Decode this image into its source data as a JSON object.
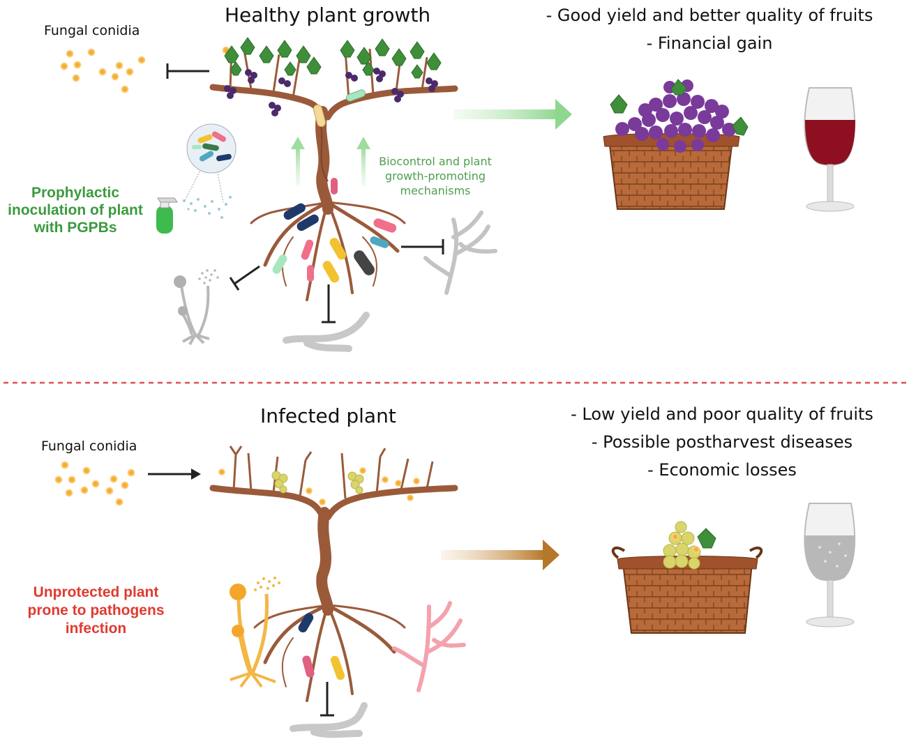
{
  "healthy": {
    "title": "Healthy plant growth",
    "conidia_label": "Fungal conidia",
    "inoculation_label": [
      "Prophylactic",
      "inoculation of plant",
      "with PGPBs"
    ],
    "mechanism_label": [
      "Biocontrol and plant",
      "growth-promoting",
      "mechanisms"
    ],
    "outcomes": [
      "- Good yield and better quality of fruits",
      "- Financial gain"
    ]
  },
  "infected": {
    "title": "Infected plant",
    "conidia_label": "Fungal conidia",
    "unprotected_label": [
      "Unprotected plant",
      "prone to pathogens",
      "infection"
    ],
    "outcomes": [
      "- Low yield and poor quality of fruits",
      "- Possible postharvest diseases",
      "- Economic losses"
    ]
  },
  "colors": {
    "green_label": "#3b9a3e",
    "red_label": "#e03a2f",
    "divider": "#e05050",
    "trunk": "#9a5a3a",
    "red_wine": "#8e1020",
    "grape_purple": "#7a3a9a",
    "grape_green": "#d9d56a",
    "basket": "#a0522d"
  }
}
